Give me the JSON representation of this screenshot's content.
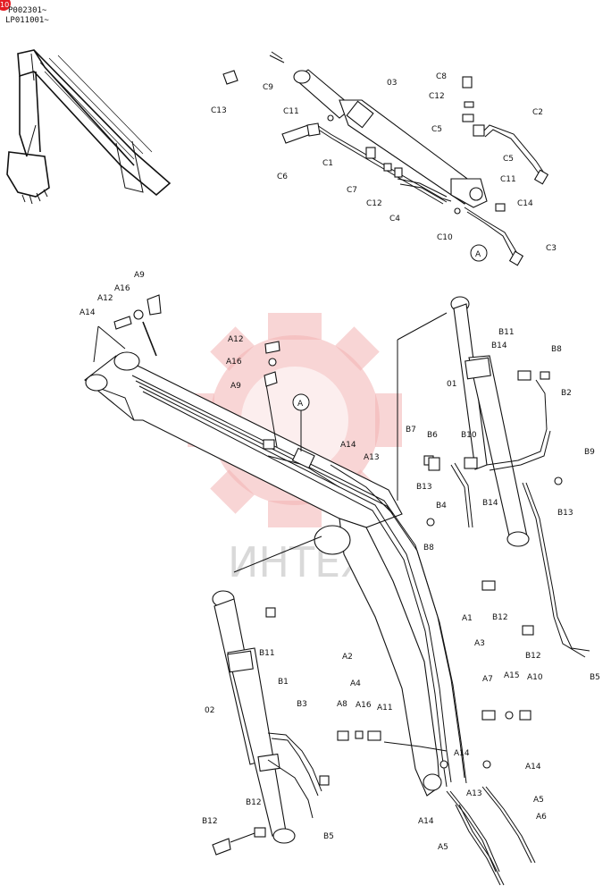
{
  "header": {
    "serial_line_1": "P002301~",
    "serial_line_2": "LP011001~",
    "corner_badge": "10"
  },
  "watermark": {
    "text": "ИНТЕХ",
    "color": "#e88a8a"
  },
  "callout_marker": "A",
  "labels": {
    "top_group": [
      "C13",
      "C9",
      "03",
      "C8",
      "C12",
      "C5",
      "C2",
      "C11",
      "C5",
      "C11",
      "C6",
      "C1",
      "C7",
      "C12",
      "C4",
      "C14",
      "C10",
      "C3"
    ],
    "boom_group": [
      "A9",
      "A16",
      "A12",
      "A14",
      "A12",
      "A16",
      "A9",
      "B11",
      "B14",
      "B8",
      "01",
      "B2",
      "B7",
      "B6",
      "B10",
      "A14",
      "A13",
      "B9",
      "B13",
      "B4",
      "B14",
      "B13",
      "B8",
      "B12",
      "B12",
      "B11",
      "B1",
      "A1",
      "A3",
      "A2",
      "A4",
      "B5",
      "02",
      "B3",
      "A8",
      "A16",
      "A11",
      "A7",
      "A15",
      "A10",
      "A14",
      "A14",
      "A13",
      "A14",
      "B12",
      "B12",
      "B5",
      "A5",
      "A6",
      "A5"
    ]
  }
}
